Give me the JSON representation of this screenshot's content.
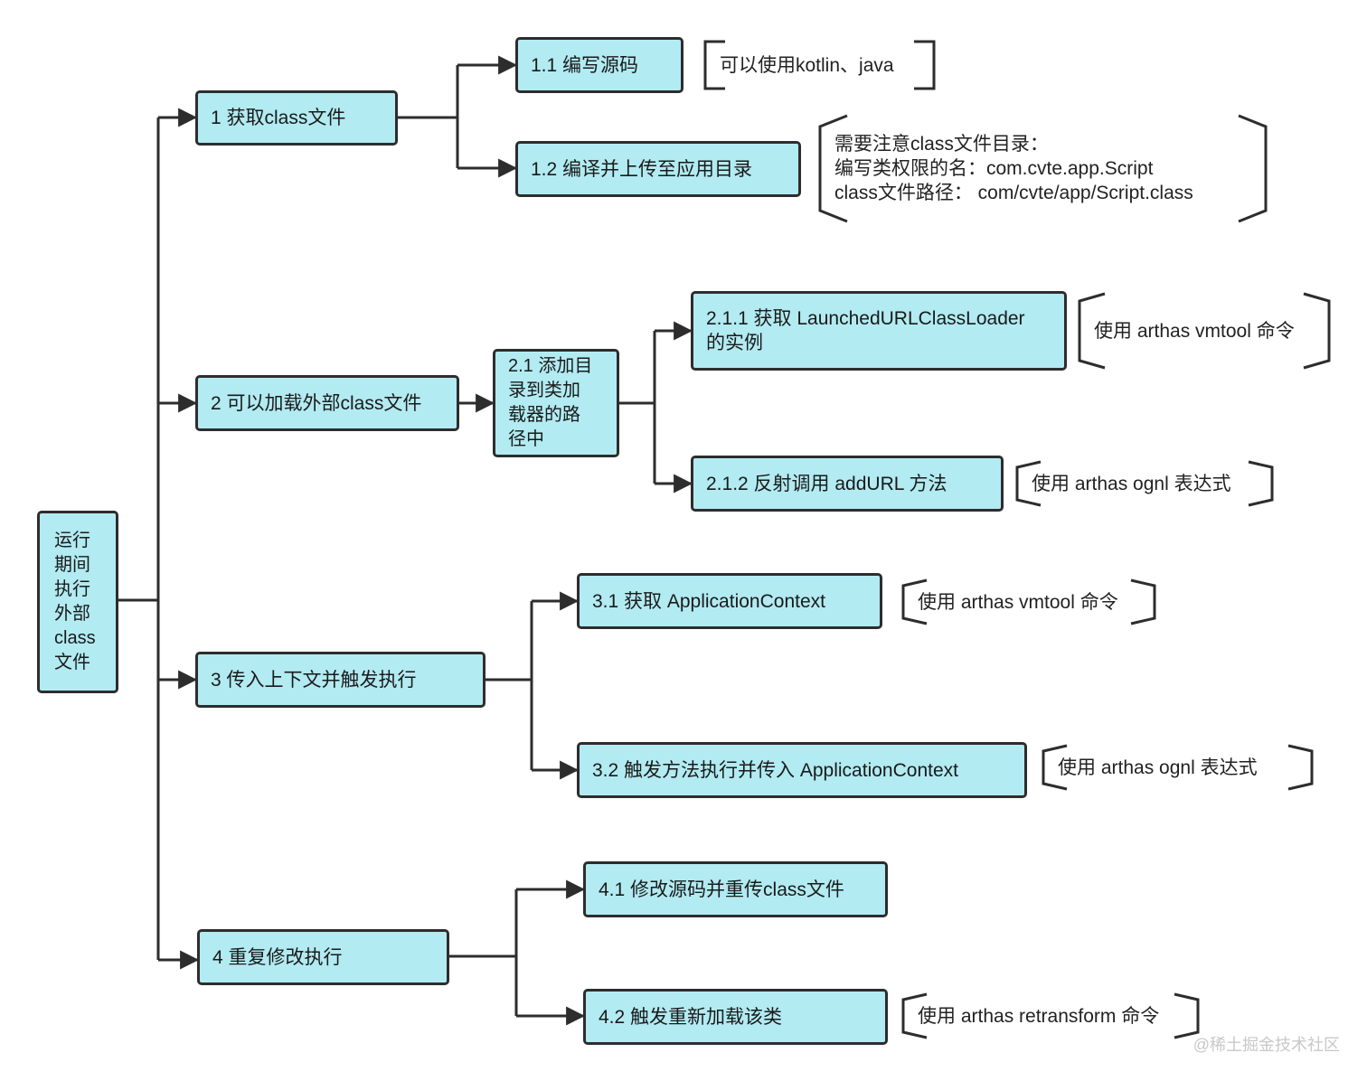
{
  "nodes": {
    "root": "运行\n期间\n执行\n外部\nclass\n文件",
    "n1": "1 获取class文件",
    "n1_1": "1.1 编写源码",
    "n1_2": "1.2 编译并上传至应用目录",
    "n2": "2 可以加载外部class文件",
    "n2_1": "2.1 添加目\n录到类加\n载器的路\n径中",
    "n2_1_1": "2.1.1 获取 LaunchedURLClassLoader\n的实例",
    "n2_1_2": "2.1.2 反射调用 addURL 方法",
    "n3": "3 传入上下文并触发执行",
    "n3_1": "3.1 获取 ApplicationContext",
    "n3_2": "3.2 触发方法执行并传入 ApplicationContext",
    "n4": "4 重复修改执行",
    "n4_1": "4.1 修改源码并重传class文件",
    "n4_2": "4.2 触发重新加载该类"
  },
  "notes": {
    "note1_1": "可以使用kotlin、java",
    "note1_2": "需要注意class文件目录：\n编写类权限的名：com.cvte.app.Script\nclass文件路径：  com/cvte/app/Script.class",
    "note2_1_1": "使用 arthas vmtool 命令",
    "note2_1_2": "使用 arthas ognl 表达式",
    "note3_1": "使用 arthas vmtool 命令",
    "note3_2": "使用 arthas ognl 表达式",
    "note4_2": "使用 arthas retransform 命令"
  },
  "watermark": "@稀土掘金技术社区",
  "colors": {
    "node_fill": "#b2ebf2",
    "node_border": "#2d2d2d",
    "edge": "#2d2d2d"
  }
}
